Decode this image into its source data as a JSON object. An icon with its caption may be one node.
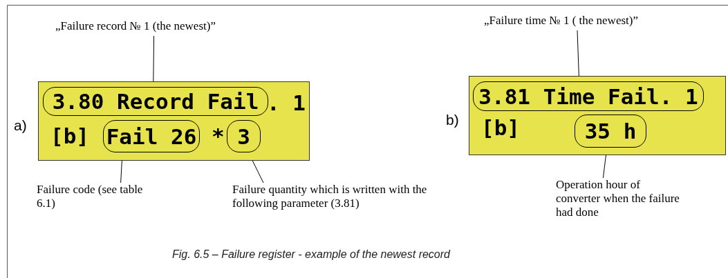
{
  "diagram": {
    "caption": "Fig. 6.5 – Failure register - example of the newest record",
    "nodes": [
      {
        "text": [
          "„Failure record  № 1 (the newest)”"
        ]
      },
      {
        "text": [
          ". 1",
          "[b]",
          "*"
        ]
      },
      {
        "text": [
          "3.80 Record Fail"
        ],
        "in": 1
      },
      {
        "text": [
          "Fail 26"
        ],
        "in": 1
      },
      {
        "text": [
          "3"
        ],
        "in": 1
      },
      {
        "text": [
          "Failure code (see table 6.1)"
        ]
      },
      {
        "text": [
          "Failure quantity which is written with the following parameter (3.81)"
        ]
      },
      {
        "text": [
          "„Failure time № 1 ( the newest)”"
        ]
      },
      {
        "text": [
          "[b]"
        ]
      },
      {
        "text": [
          "3.81 Time Fail. 1"
        ],
        "in": 8
      },
      {
        "text": [
          "35 h"
        ],
        "in": 8
      },
      {
        "text": [
          "Operation hour of converter when the failure had done"
        ]
      }
    ],
    "edges": [
      {
        "from": 0,
        "to": 2,
        "arrow": "none"
      },
      {
        "from": 5,
        "to": 3,
        "arrow": "none"
      },
      {
        "from": 6,
        "to": 4,
        "arrow": "none"
      },
      {
        "from": 7,
        "to": 9,
        "arrow": "none"
      },
      {
        "from": 11,
        "to": 10,
        "arrow": "none"
      }
    ],
    "labels": [
      "a)",
      "b)"
    ]
  }
}
